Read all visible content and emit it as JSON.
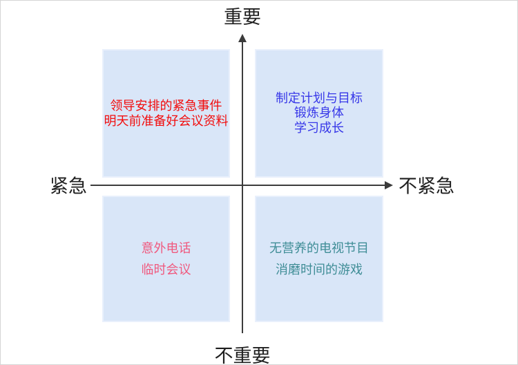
{
  "diagram": {
    "type": "quadrant-matrix",
    "description_visible": false
  },
  "colors": {
    "box_fill": "#d9e6f8",
    "box_edge": "#e9f0fc",
    "axis": "#3b3b3b",
    "label_text": "#1f1f1f",
    "q1_text": "#f20d0d",
    "q2_text": "#3737e8",
    "q3_text": "#f0597e",
    "q4_text": "#3f8d96"
  },
  "axis_labels": {
    "top": "重要",
    "bottom": "不重要",
    "left": "紧急",
    "right": "不紧急"
  },
  "quadrants": [
    {
      "position": "top-left",
      "meaning": "urgent-important",
      "lines": [
        "领导安排的紧急事件",
        "明天前准备好会议资料"
      ]
    },
    {
      "position": "top-right",
      "meaning": "not-urgent-important",
      "lines": [
        "制定计划与目标",
        "锻炼身体",
        "学习成长"
      ]
    },
    {
      "position": "bottom-left",
      "meaning": "urgent-not-important",
      "lines": [
        "意外电话",
        "临时会议"
      ]
    },
    {
      "position": "bottom-right",
      "meaning": "not-urgent-not-important",
      "lines": [
        "无营养的电视节目",
        "消磨时间的游戏"
      ]
    }
  ]
}
